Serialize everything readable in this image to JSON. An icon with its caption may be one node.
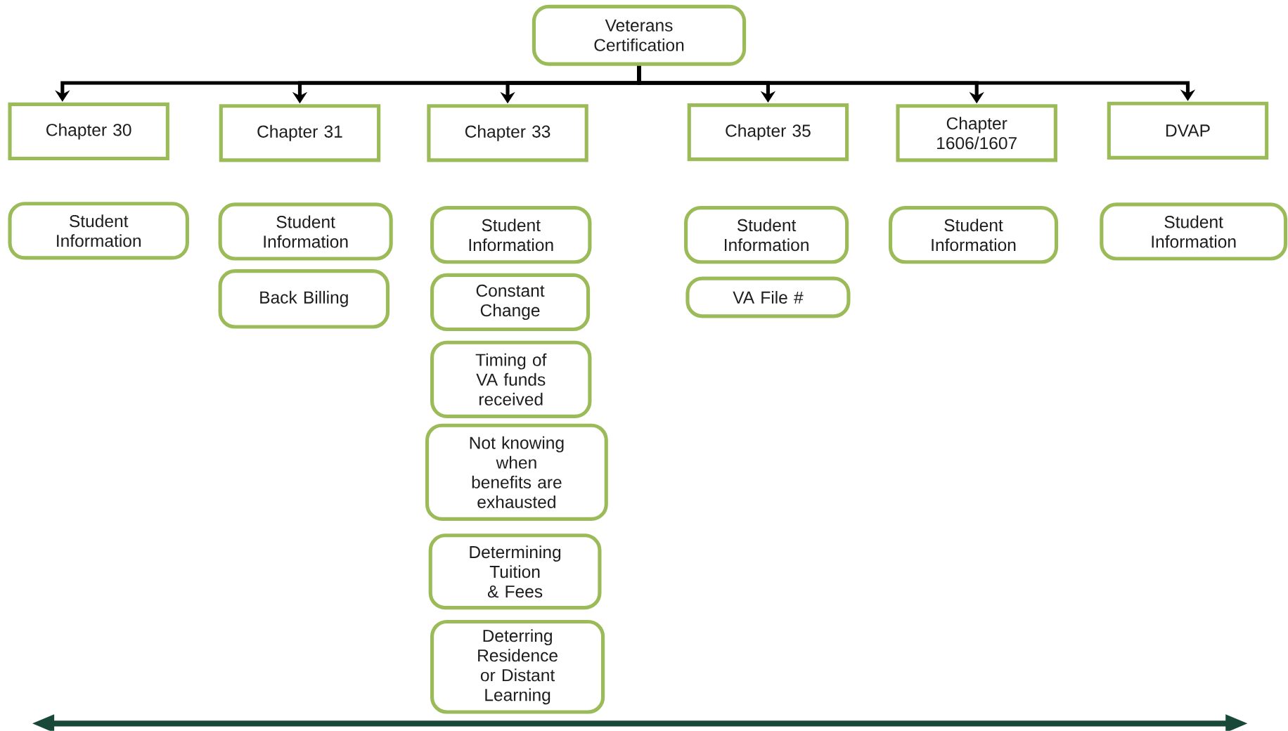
{
  "diagram": {
    "nodes": [
      {
        "text": [
          "Veterans Certification"
        ]
      },
      {
        "text": [
          "Chapter 30"
        ]
      },
      {
        "text": [
          "Chapter 31"
        ]
      },
      {
        "text": [
          "Chapter 33"
        ]
      },
      {
        "text": [
          "Chapter 35"
        ]
      },
      {
        "text": [
          "Chapter 1606/1607"
        ]
      },
      {
        "text": [
          "DVAP"
        ]
      },
      {
        "text": [
          "Student Information"
        ]
      },
      {
        "text": [
          "Student Information"
        ]
      },
      {
        "text": [
          "Back Billing"
        ]
      },
      {
        "text": [
          "Student Information"
        ]
      },
      {
        "text": [
          "Constant Change"
        ]
      },
      {
        "text": [
          "Timing of VA funds received"
        ]
      },
      {
        "text": [
          "Not knowing when benefits are exhausted"
        ]
      },
      {
        "text": [
          "Determining Tuition & Fees"
        ]
      },
      {
        "text": [
          "Deterring Residence or Distant Learning"
        ]
      },
      {
        "text": [
          "Student Information"
        ]
      },
      {
        "text": [
          "VA File #"
        ]
      },
      {
        "text": [
          "Student Information"
        ]
      },
      {
        "text": [
          "Student Information"
        ]
      }
    ],
    "edges": [
      {
        "from": 0,
        "to": 1,
        "arrow": "to"
      },
      {
        "from": 0,
        "to": 2,
        "arrow": "to"
      },
      {
        "from": 0,
        "to": 3,
        "arrow": "to"
      },
      {
        "from": 0,
        "to": 4,
        "arrow": "to"
      },
      {
        "from": 0,
        "to": 5,
        "arrow": "to"
      },
      {
        "from": 0,
        "to": 6,
        "arrow": "to"
      }
    ]
  }
}
